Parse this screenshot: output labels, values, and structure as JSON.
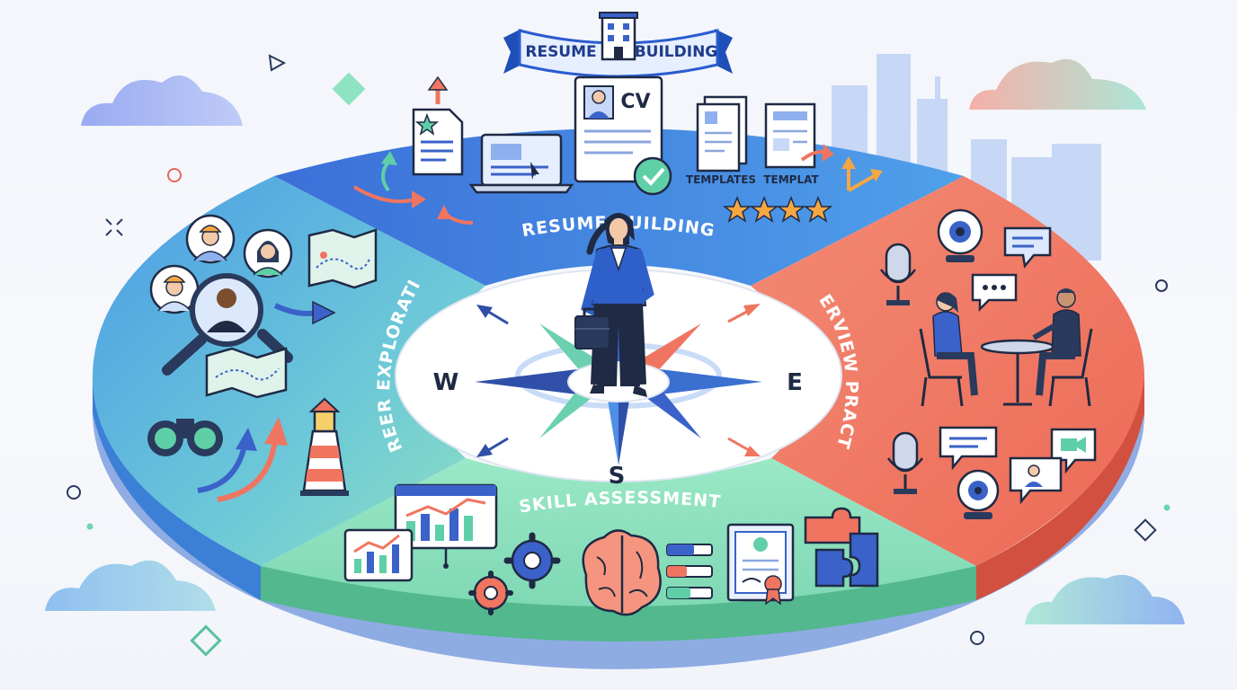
{
  "banner": {
    "left": "RESUME",
    "right": "BUILDING"
  },
  "segments": {
    "resume_building": {
      "label": "RESUME  BUILDING",
      "color": "#3f7fe0"
    },
    "interview_practice": {
      "label": "INTERVIEW PRACTICE",
      "color": "#f07560"
    },
    "skill_assessment": {
      "label": "SKILL ASSESSMENT",
      "color": "#7ddcb0"
    },
    "career_exploration": {
      "label": "CAREER EXPLORATION",
      "color": "#5aaee0"
    }
  },
  "compass": {
    "west": "W",
    "east": "E",
    "south": "S"
  },
  "resume_items": {
    "cv": "CV",
    "templates_1": "TEMPLATES",
    "templates_2": "TEMPLAT"
  },
  "icons": [
    "building-icon",
    "resume-document-icon",
    "laptop-icon",
    "cv-document-icon",
    "checkmark-icon",
    "templates-icon",
    "star-rating-icon",
    "webcam-icon",
    "microphone-icon",
    "chat-bubble-icon",
    "video-call-icon",
    "interview-table-icon",
    "gear-icon",
    "brain-icon",
    "certificate-icon",
    "puzzle-icon",
    "bar-chart-icon",
    "magnifier-icon",
    "binoculars-icon",
    "lighthouse-icon",
    "map-icon",
    "worker-avatar-icon",
    "person-avatar-icon",
    "businesswoman-figure"
  ]
}
